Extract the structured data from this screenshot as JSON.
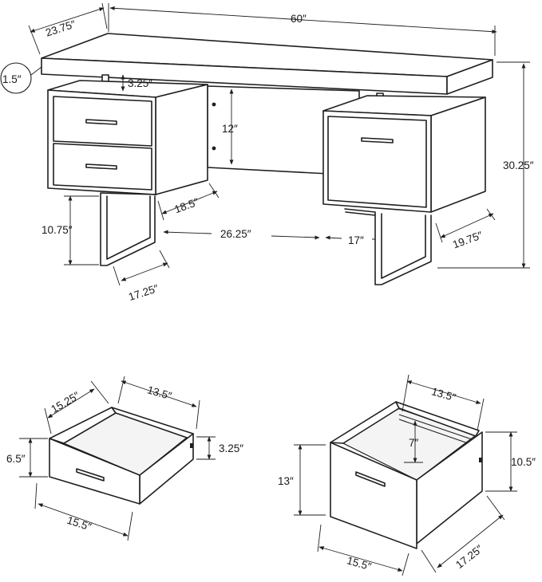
{
  "desk_dimensions": {
    "depth": "23.75″",
    "width": "60″",
    "top_thickness": "1.5″",
    "top_gap": "3.25″",
    "back_panel_height": "12″",
    "overall_height": "30.25″",
    "left_cabinet_depth": "18.5″",
    "leg_height": "10.75″",
    "knee_space_width": "26.25″",
    "right_cabinet_width": "17″",
    "right_cabinet_depth": "19.75″",
    "left_leg_depth": "17.25″"
  },
  "small_drawer": {
    "side_depth": "15.25″",
    "inner_width": "13.5″",
    "front_height": "6.5″",
    "side_height": "3.25″",
    "front_width": "15.5″"
  },
  "file_drawer": {
    "inner_width": "13.5″",
    "inner_height": "7″",
    "front_height": "13″",
    "side_height": "10.5″",
    "front_width": "15.5″",
    "side_depth": "17.25″"
  }
}
